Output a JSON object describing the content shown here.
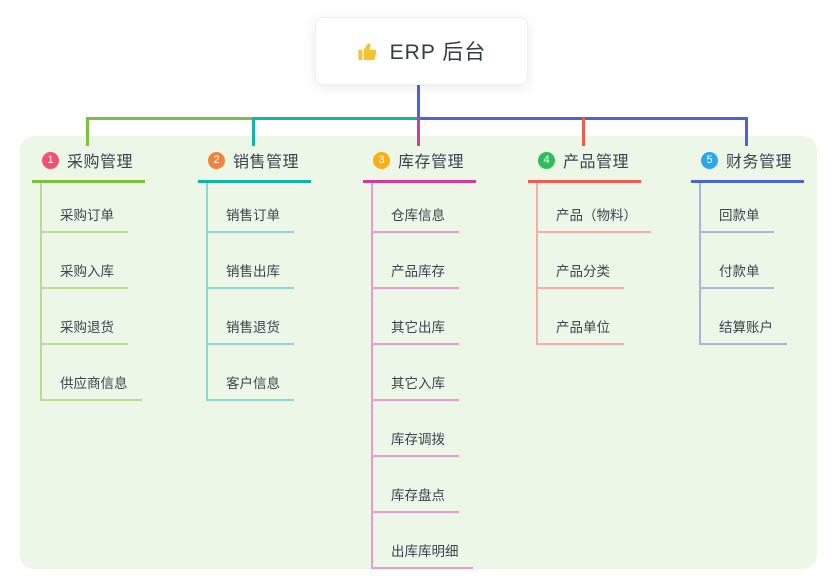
{
  "root": {
    "title": "ERP 后台",
    "icon": "thumbs-up-icon",
    "connector_color": "#4a64d6",
    "icon_color": "#f4c430"
  },
  "panel": {
    "background": "#edf7e7"
  },
  "branches": [
    {
      "number": "1",
      "label": "采购管理",
      "badge_color": "#f5506e",
      "line_color": "#7dbf3e",
      "light_line_color": "#b9dd97",
      "children": [
        "采购订单",
        "采购入库",
        "采购退货",
        "供应商信息"
      ]
    },
    {
      "number": "2",
      "label": "销售管理",
      "badge_color": "#f5823b",
      "line_color": "#14b3a7",
      "light_line_color": "#8bd9d1",
      "children": [
        "销售订单",
        "销售出库",
        "销售退货",
        "客户信息"
      ]
    },
    {
      "number": "3",
      "label": "库存管理",
      "badge_color": "#f9b016",
      "line_color": "#d33a9a",
      "light_line_color": "#ec9acd",
      "children": [
        "仓库信息",
        "产品库存",
        "其它出库",
        "其它入库",
        "库存调拨",
        "库存盘点",
        "出库库明细"
      ]
    },
    {
      "number": "4",
      "label": "产品管理",
      "badge_color": "#2ebd5b",
      "line_color": "#f25b50",
      "light_line_color": "#f9ada7",
      "children": [
        "产品（物料）",
        "产品分类",
        "产品单位"
      ]
    },
    {
      "number": "5",
      "label": "财务管理",
      "badge_color": "#2ba7ee",
      "line_color": "#4a64d6",
      "light_line_color": "#a6b6df",
      "children": [
        "回款单",
        "付款单",
        "结算账户"
      ]
    }
  ]
}
